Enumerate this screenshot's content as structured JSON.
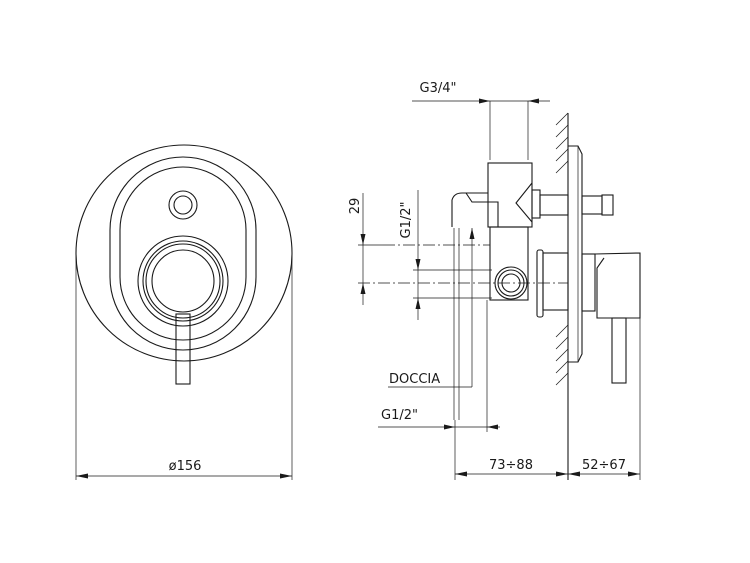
{
  "front_view": {
    "diameter_label": "ø156"
  },
  "side_view": {
    "top_inlet_label": "G3/4\"",
    "offset_label": "29",
    "side_connection_label": "G1/2\"",
    "outlet_name_label": "DOCCIA",
    "bottom_connection_label": "G1/2\"",
    "depth_label": "73÷88",
    "projection_label": "52÷67"
  }
}
